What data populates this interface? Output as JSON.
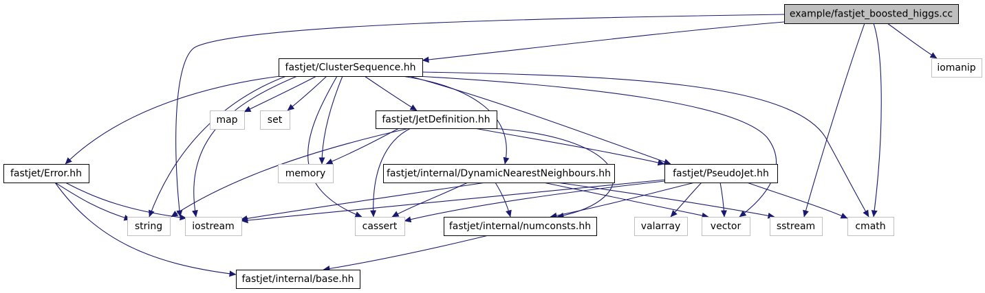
{
  "diagram": {
    "nodes": [
      {
        "id": "boosted_higgs",
        "label": "example/fastjet_boosted_higgs.cc",
        "kind": "root"
      },
      {
        "id": "clusterseq",
        "label": "fastjet/ClusterSequence.hh",
        "kind": "header"
      },
      {
        "id": "iomanip",
        "label": "iomanip",
        "kind": "system"
      },
      {
        "id": "map",
        "label": "map",
        "kind": "system"
      },
      {
        "id": "set",
        "label": "set",
        "kind": "system"
      },
      {
        "id": "jetdef",
        "label": "fastjet/JetDefinition.hh",
        "kind": "header"
      },
      {
        "id": "error",
        "label": "fastjet/Error.hh",
        "kind": "header"
      },
      {
        "id": "memory",
        "label": "memory",
        "kind": "system"
      },
      {
        "id": "dnn",
        "label": "fastjet/internal/DynamicNearestNeighbours.hh",
        "kind": "header"
      },
      {
        "id": "pseudojet",
        "label": "fastjet/PseudoJet.hh",
        "kind": "header"
      },
      {
        "id": "string",
        "label": "string",
        "kind": "system"
      },
      {
        "id": "iostream",
        "label": "iostream",
        "kind": "system"
      },
      {
        "id": "cassert",
        "label": "cassert",
        "kind": "system"
      },
      {
        "id": "numconsts",
        "label": "fastjet/internal/numconsts.hh",
        "kind": "header"
      },
      {
        "id": "valarray",
        "label": "valarray",
        "kind": "system"
      },
      {
        "id": "vector",
        "label": "vector",
        "kind": "system"
      },
      {
        "id": "sstream",
        "label": "sstream",
        "kind": "system"
      },
      {
        "id": "cmath",
        "label": "cmath",
        "kind": "system"
      },
      {
        "id": "base",
        "label": "fastjet/internal/base.hh",
        "kind": "header"
      }
    ],
    "edges": [
      [
        "boosted_higgs",
        "clusterseq"
      ],
      [
        "boosted_higgs",
        "iostream"
      ],
      [
        "boosted_higgs",
        "iomanip"
      ],
      [
        "boosted_higgs",
        "sstream"
      ],
      [
        "boosted_higgs",
        "cmath"
      ],
      [
        "clusterseq",
        "error"
      ],
      [
        "clusterseq",
        "string"
      ],
      [
        "clusterseq",
        "iostream"
      ],
      [
        "clusterseq",
        "map"
      ],
      [
        "clusterseq",
        "set"
      ],
      [
        "clusterseq",
        "cassert"
      ],
      [
        "clusterseq",
        "memory"
      ],
      [
        "clusterseq",
        "jetdef"
      ],
      [
        "clusterseq",
        "dnn"
      ],
      [
        "clusterseq",
        "pseudojet"
      ],
      [
        "clusterseq",
        "vector"
      ],
      [
        "clusterseq",
        "cmath"
      ],
      [
        "jetdef",
        "string"
      ],
      [
        "jetdef",
        "memory"
      ],
      [
        "jetdef",
        "cassert"
      ],
      [
        "jetdef",
        "pseudojet"
      ],
      [
        "jetdef",
        "numconsts"
      ],
      [
        "error",
        "string"
      ],
      [
        "error",
        "iostream"
      ],
      [
        "error",
        "base"
      ],
      [
        "dnn",
        "iostream"
      ],
      [
        "dnn",
        "cassert"
      ],
      [
        "dnn",
        "numconsts"
      ],
      [
        "dnn",
        "vector"
      ],
      [
        "dnn",
        "sstream"
      ],
      [
        "pseudojet",
        "iostream"
      ],
      [
        "pseudojet",
        "cassert"
      ],
      [
        "pseudojet",
        "numconsts"
      ],
      [
        "pseudojet",
        "valarray"
      ],
      [
        "pseudojet",
        "vector"
      ],
      [
        "pseudojet",
        "cmath"
      ],
      [
        "numconsts",
        "base"
      ]
    ]
  }
}
